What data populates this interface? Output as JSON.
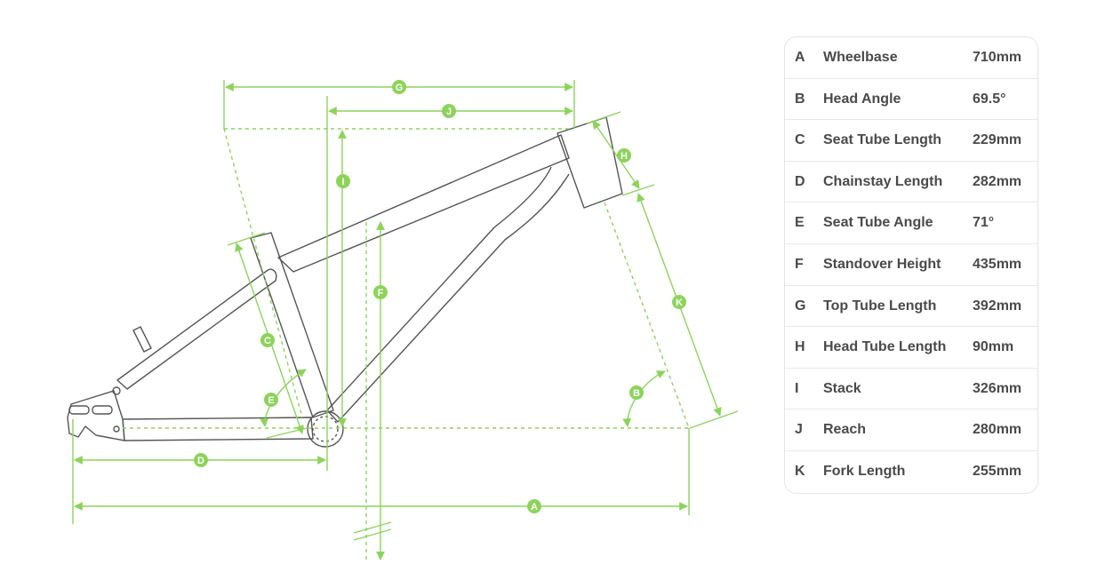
{
  "geometry": [
    {
      "key": "A",
      "name": "Wheelbase",
      "value": "710mm"
    },
    {
      "key": "B",
      "name": "Head Angle",
      "value": "69.5°"
    },
    {
      "key": "C",
      "name": "Seat Tube Length",
      "value": "229mm"
    },
    {
      "key": "D",
      "name": "Chainstay Length",
      "value": "282mm"
    },
    {
      "key": "E",
      "name": "Seat Tube Angle",
      "value": "71°"
    },
    {
      "key": "F",
      "name": "Standover Height",
      "value": "435mm"
    },
    {
      "key": "G",
      "name": "Top Tube Length",
      "value": "392mm"
    },
    {
      "key": "H",
      "name": "Head Tube Length",
      "value": "90mm"
    },
    {
      "key": "I",
      "name": "Stack",
      "value": "326mm"
    },
    {
      "key": "J",
      "name": "Reach",
      "value": "280mm"
    },
    {
      "key": "K",
      "name": "Fork Length",
      "value": "255mm"
    }
  ],
  "colors": {
    "dimension_green": "#8cd35a",
    "frame_outline": "#555555",
    "text": "#4a4a4a"
  }
}
